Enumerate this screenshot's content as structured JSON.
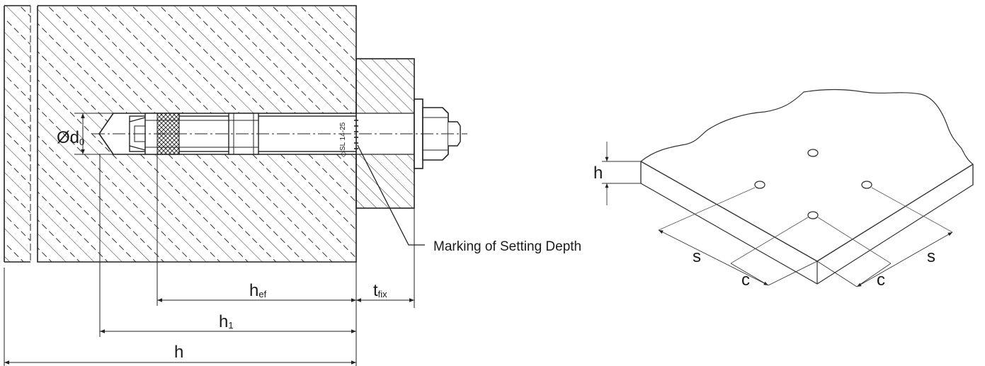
{
  "left_diagram": {
    "anchor_label": "Ød",
    "anchor_label_sub": "0",
    "anchor_marking": "SL 14-25",
    "marking_callout": "Marking of Setting Depth",
    "dim_hef_main": "h",
    "dim_hef_sub": "ef",
    "dim_tfix_main": "t",
    "dim_tfix_sub": "fix",
    "dim_h1_main": "h",
    "dim_h1_sub": "1",
    "dim_h": "h"
  },
  "right_diagram": {
    "dim_h": "h",
    "dim_s_left": "s",
    "dim_c_left": "c",
    "dim_s_right": "s",
    "dim_c_right": "c"
  }
}
